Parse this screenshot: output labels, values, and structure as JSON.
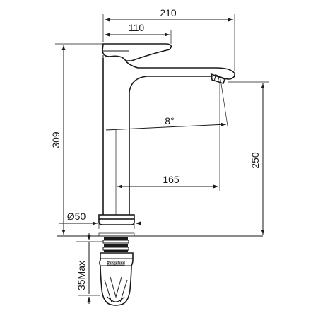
{
  "dimensions": {
    "overall_width": "210",
    "handle_width": "110",
    "overall_height": "309",
    "spout_height": "250",
    "spout_reach": "165",
    "spout_angle": "8°",
    "base_diameter": "Ø50",
    "max_mount_thickness": "35Max"
  },
  "branding": {
    "logo_text": "Rangeland"
  },
  "colors": {
    "line": "#1a1a1a",
    "background": "#ffffff"
  }
}
